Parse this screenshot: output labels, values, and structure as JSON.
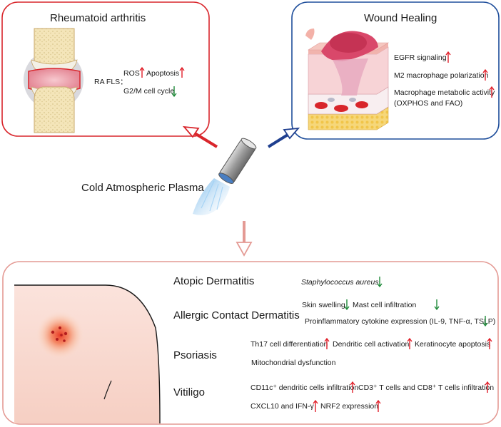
{
  "center": {
    "label": "Cold Atmospheric Plasma"
  },
  "ra": {
    "title": "Rheumatoid arthritis",
    "cell": "RA FLS：",
    "effects": [
      {
        "text": "ROS",
        "dir": "up"
      },
      {
        "text": "Apoptosis",
        "dir": "up"
      },
      {
        "text": "G2/M cell cycle",
        "dir": "down"
      }
    ]
  },
  "wound": {
    "title": "Wound Healing",
    "effects": [
      {
        "text": "EGFR signaling",
        "dir": "up"
      },
      {
        "text": "M2 macrophage polarization",
        "dir": "up"
      },
      {
        "text": "Macrophage metabolic activity",
        "dir": "up"
      },
      {
        "text": "(OXPHOS and FAO)"
      }
    ]
  },
  "skin": {
    "diseases": [
      {
        "name": "Atopic Dermatitis",
        "effects": [
          {
            "text": "Staphylococcus aureus",
            "dir": "down",
            "italic": true
          }
        ]
      },
      {
        "name": "Allergic Contact Dermatitis",
        "effects": [
          {
            "text": "Skin swelling",
            "dir": "down"
          },
          {
            "text": "Mast cell infiltration",
            "dir": "down"
          },
          {
            "text": "Proinflammatory cytokine expression (IL-9, TNF-α, TSLP)",
            "dir": "down"
          }
        ]
      },
      {
        "name": "Psoriasis",
        "effects": [
          {
            "text": "Th17 cell differentiation",
            "dir": "up"
          },
          {
            "text": "Dendritic cell activation",
            "dir": "up"
          },
          {
            "text": "Keratinocyte apoptosis",
            "dir": "up"
          },
          {
            "text": "Mitochondrial dysfunction"
          }
        ]
      },
      {
        "name": "Vitiligo",
        "effects": [
          {
            "text": "CD11c⁺ dendritic cells infiltration",
            "dir": "up"
          },
          {
            "text": "CD3⁺ T cells and CD8⁺ T cells infiltration",
            "dir": "up"
          },
          {
            "text": "CXCL10 and IFN-γ",
            "dir": "up"
          },
          {
            "text": "NRF2 expression",
            "dir": "up"
          }
        ]
      }
    ]
  },
  "colors": {
    "red_border": "#d9262c",
    "blue_border": "#1f4e9b",
    "pink_border": "#e49a94",
    "up_arrow": "#e0202a",
    "down_arrow": "#1f8a3a"
  }
}
